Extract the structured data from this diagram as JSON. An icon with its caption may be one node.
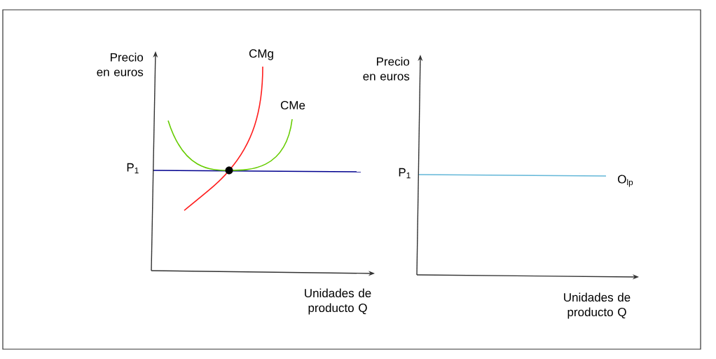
{
  "diagram": {
    "labels": [
      "Precio en euros",
      "CMg",
      "CMe",
      "P$_{1}$",
      "Unidades de producto Q",
      "Precio en euros",
      "P$_{1}$",
      "O$_{lp}$",
      "Unidades de producto Q"
    ]
  }
}
